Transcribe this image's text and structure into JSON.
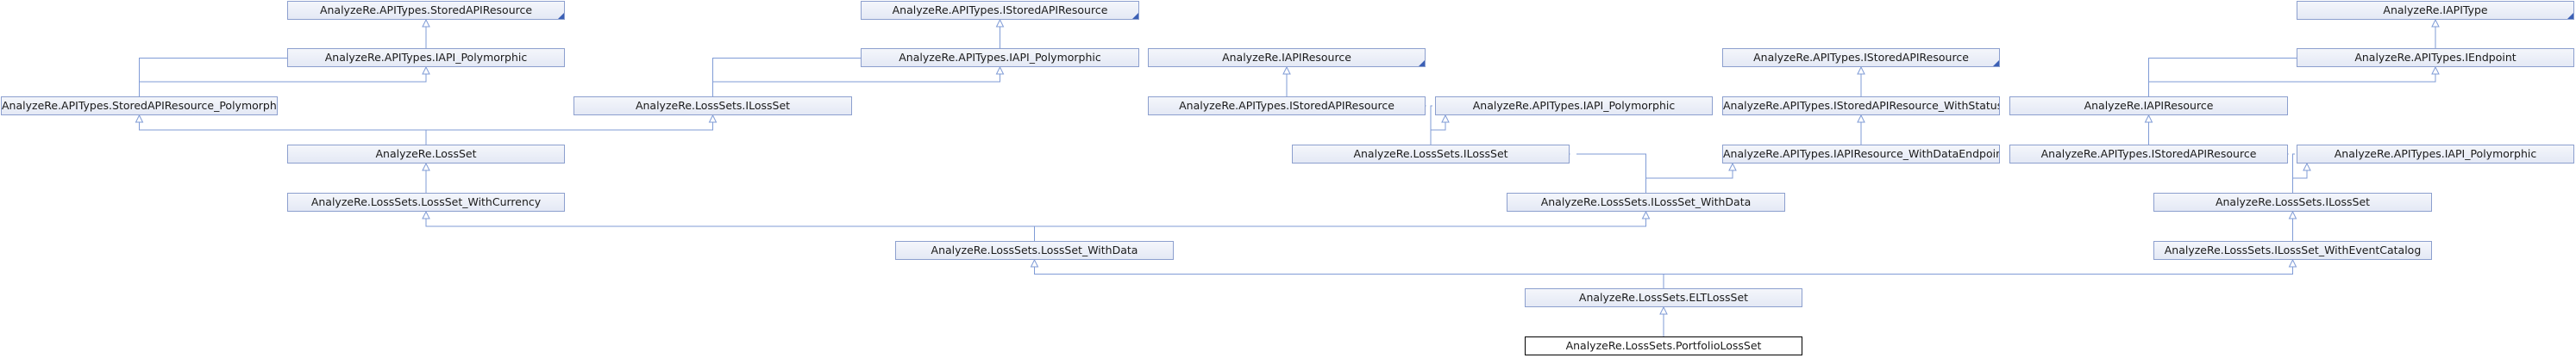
{
  "diagram": {
    "focus": "AnalyzeRe.LossSets.PortfolioLossSet",
    "nodes": {
      "stored_poly": "AnalyzeRe.APITypes.StoredAPIResource_Polymorphic",
      "stored_resource_1": "AnalyzeRe.APITypes.StoredAPIResource",
      "iapi_poly_1": "AnalyzeRe.APITypes.IAPI_Polymorphic",
      "lossset_interface_1": "AnalyzeRe.LossSets.ILossSet",
      "istored_1": "AnalyzeRe.APITypes.IStoredAPIResource",
      "iapi_poly_2": "AnalyzeRe.APITypes.IAPI_Polymorphic",
      "lossset": "AnalyzeRe.LossSet",
      "with_currency": "AnalyzeRe.LossSets.LossSet_WithCurrency",
      "iapiresource_1": "AnalyzeRe.IAPIResource",
      "istored_2": "AnalyzeRe.APITypes.IStoredAPIResource",
      "iapi_poly_3": "AnalyzeRe.APITypes.IAPI_Polymorphic",
      "lossset_interface_2": "AnalyzeRe.LossSets.ILossSet",
      "istored_3": "AnalyzeRe.APITypes.IStoredAPIResource",
      "istored_with_status": "AnalyzeRe.APITypes.IStoredAPIResource_WithStatus",
      "with_data_endpoint": "AnalyzeRe.APITypes.IAPIResource_WithDataEndpoint",
      "ilossset_with_data": "AnalyzeRe.LossSets.ILossSet_WithData",
      "lossset_with_data": "AnalyzeRe.LossSets.LossSet_WithData",
      "iapitype": "AnalyzeRe.IAPIType",
      "iendpoint": "AnalyzeRe.APITypes.IEndpoint",
      "iapiresource_2": "AnalyzeRe.IAPIResource",
      "istored_4": "AnalyzeRe.APITypes.IStoredAPIResource",
      "iapi_poly_4": "AnalyzeRe.APITypes.IAPI_Polymorphic",
      "lossset_interface_3": "AnalyzeRe.LossSets.ILossSet",
      "with_event_catalog": "AnalyzeRe.LossSets.ILossSet_WithEventCatalog",
      "elt_lossset": "AnalyzeRe.LossSets.ELTLossSet",
      "portfolio_lossset": "AnalyzeRe.LossSets.PortfolioLossSet"
    },
    "edges": [
      [
        "stored_poly",
        "stored_resource_1"
      ],
      [
        "stored_poly",
        "iapi_poly_1"
      ],
      [
        "lossset",
        "stored_poly"
      ],
      [
        "lossset",
        "lossset_interface_1"
      ],
      [
        "lossset_interface_1",
        "istored_1"
      ],
      [
        "lossset_interface_1",
        "iapi_poly_2"
      ],
      [
        "with_currency",
        "lossset"
      ],
      [
        "istored_2",
        "iapiresource_1"
      ],
      [
        "lossset_interface_2",
        "istored_2"
      ],
      [
        "lossset_interface_2",
        "iapi_poly_3"
      ],
      [
        "istored_with_status",
        "istored_3"
      ],
      [
        "with_data_endpoint",
        "istored_with_status"
      ],
      [
        "ilossset_with_data",
        "lossset_interface_2"
      ],
      [
        "ilossset_with_data",
        "with_data_endpoint"
      ],
      [
        "lossset_with_data",
        "with_currency"
      ],
      [
        "lossset_with_data",
        "ilossset_with_data"
      ],
      [
        "iapiresource_2",
        "iapitype"
      ],
      [
        "iapiresource_2",
        "iendpoint"
      ],
      [
        "istored_4",
        "iapiresource_2"
      ],
      [
        "lossset_interface_3",
        "istored_4"
      ],
      [
        "lossset_interface_3",
        "iapi_poly_4"
      ],
      [
        "with_event_catalog",
        "lossset_interface_3"
      ],
      [
        "elt_lossset",
        "lossset_with_data"
      ],
      [
        "elt_lossset",
        "with_event_catalog"
      ],
      [
        "portfolio_lossset",
        "elt_lossset"
      ]
    ],
    "truncated": [
      "stored_resource_1",
      "istored_1",
      "iapiresource_1",
      "istored_3",
      "iapitype"
    ],
    "colors": {
      "edge": "#7f9bd6",
      "node_border": "#8c9fce",
      "focus_border": "#000000"
    }
  }
}
